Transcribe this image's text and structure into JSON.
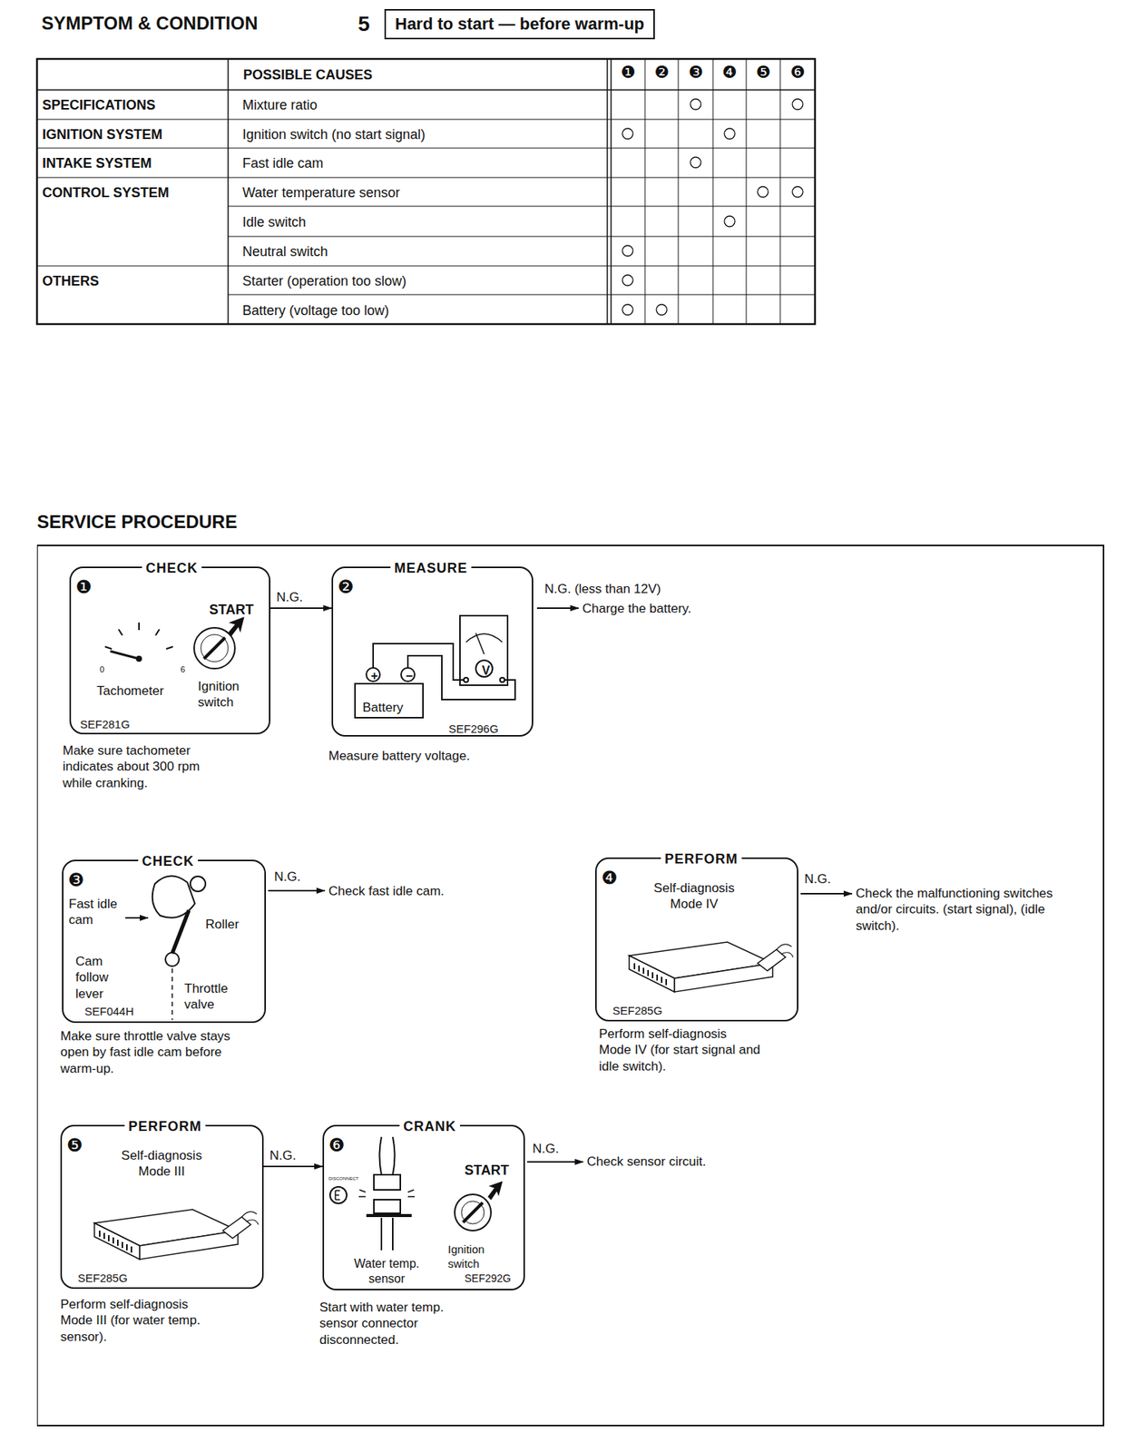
{
  "diagram": {
    "title": "SYMPTOM & CONDITION",
    "nodes": [
      {
        "text": [
          "Hard to start — before warm-up"
        ]
      },
      {
        "text": [
          "SERVICE PROCEDURE"
        ]
      },
      {
        "text": [
          "❶",
          "CHECK",
          "START",
          "0",
          "6",
          "Tachometer",
          "Ignition switch",
          "SEF281G"
        ],
        "in": 1
      },
      {
        "text": [
          "❷",
          "MEASURE",
          "+",
          "−",
          "V",
          "Battery",
          "SEF296G"
        ],
        "in": 1
      },
      {
        "text": [
          "❸",
          "CHECK",
          "Fast idle cam",
          "Roller",
          "Cam follow lever",
          "SEF044H",
          "Throttle valve"
        ],
        "in": 1
      },
      {
        "text": [
          "❹",
          "PERFORM",
          "Self-diagnosis Mode IV",
          "SEF285G"
        ],
        "in": 1
      },
      {
        "text": [
          "❺",
          "PERFORM",
          "Self-diagnosis Mode III",
          "SEF285G"
        ],
        "in": 1
      },
      {
        "text": [
          "❻",
          "CRANK",
          "START",
          "DISCONNECT",
          "Water temp. sensor",
          "Ignition switch",
          "SEF292G"
        ],
        "in": 1
      }
    ],
    "edges": [
      {
        "from": 2,
        "to": 3,
        "label": "N.G.",
        "arrow": "to"
      },
      {
        "from": 6,
        "to": 7,
        "label": "N.G.",
        "arrow": "to"
      }
    ],
    "labels": [
      "5",
      "POSSIBLE CAUSES",
      "❶",
      "❷",
      "❸",
      "❹",
      "❺",
      "❻",
      "SPECIFICATIONS",
      "Mixture ratio",
      "IGNITION SYSTEM",
      "Ignition switch (no start signal)",
      "INTAKE SYSTEM",
      "Fast idle cam",
      "CONTROL SYSTEM",
      "Water temperature sensor",
      "Idle switch",
      "Neutral switch",
      "OTHERS",
      "Starter (operation too slow)",
      "Battery (voltage too low)",
      "N.G. (less than 12V)",
      "Charge the battery.",
      "Make sure tachometer indicates about 300 rpm while cranking.",
      "Measure battery voltage.",
      "N.G.",
      "Check fast idle cam.",
      "Make sure throttle valve stays open by fast idle cam before warm-up.",
      "N.G.",
      "Check the malfunctioning switches and/or circuits. (start signal), (idle switch).",
      "Perform self-diagnosis Mode IV (for start signal and idle switch).",
      "Perform self-diagnosis Mode III (for water temp. sensor).",
      "Start with water temp. sensor connector disconnected.",
      "N.G.",
      "Check sensor circuit."
    ]
  }
}
